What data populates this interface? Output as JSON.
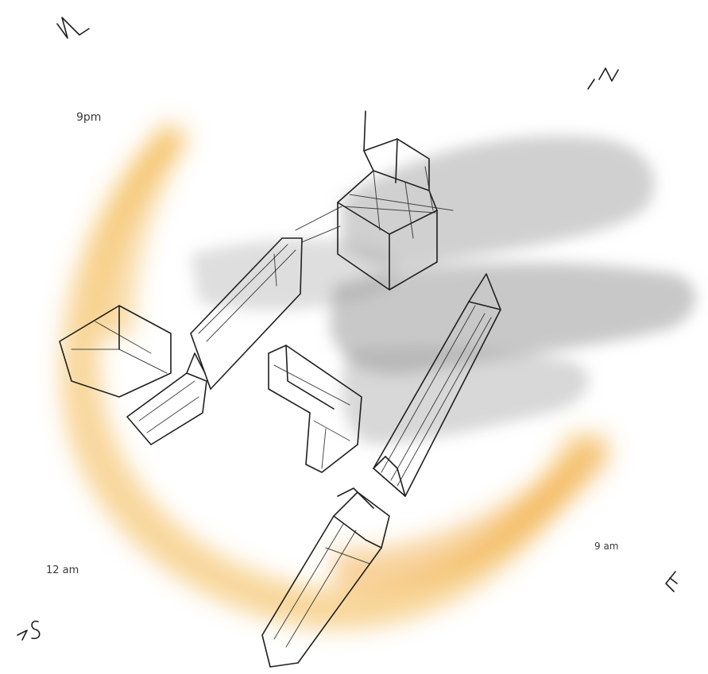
{
  "labels": {
    "compass_w": "W",
    "compass_n": "N",
    "compass_e": "E",
    "compass_s": "S",
    "time_evening": "9pm",
    "time_noon": "12 am",
    "time_morning": "9 am"
  },
  "colors": {
    "sun_path": "#f4b440",
    "shadow": "#9a9a9a",
    "ink": "#1f1f1f",
    "label": "#3a3a3a"
  },
  "icons": {
    "north_arrow": "north-arrow-icon",
    "south_arrow": "south-arrow-icon"
  }
}
